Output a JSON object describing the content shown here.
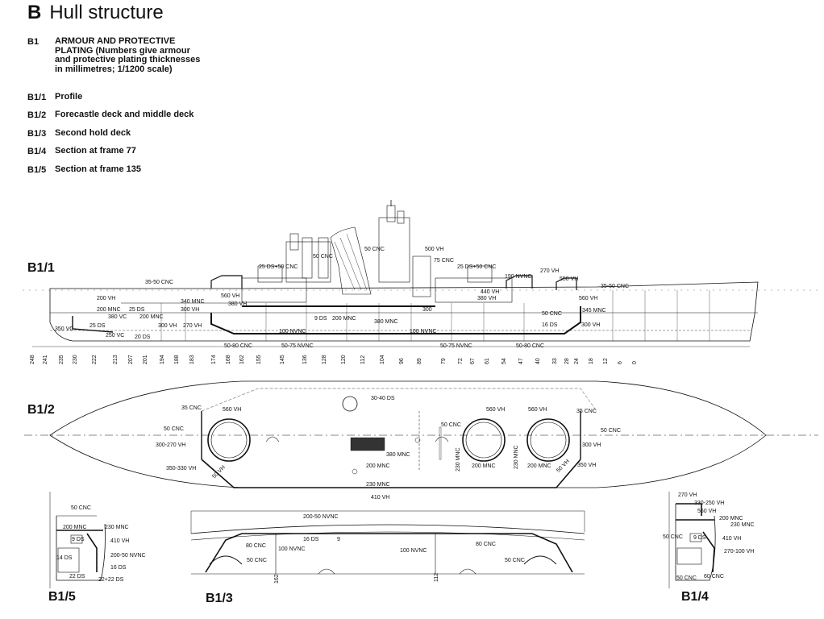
{
  "header": {
    "letter": "B",
    "title": "Hull structure"
  },
  "legend": [
    {
      "code": "B1",
      "text": "ARMOUR AND PROTECTIVE PLATING (Numbers give armour and protective plating thicknesses in millimetres; 1/1200 scale)"
    },
    {
      "code": "B1/1",
      "text": "Profile"
    },
    {
      "code": "B1/2",
      "text": "Forecastle deck and middle deck"
    },
    {
      "code": "B1/3",
      "text": "Second hold deck"
    },
    {
      "code": "B1/4",
      "text": "Section at frame 77"
    },
    {
      "code": "B1/5",
      "text": "Section at frame 135"
    }
  ],
  "figures": {
    "b11": "B1/1",
    "b12": "B1/2",
    "b13": "B1/3",
    "b14": "B1/4",
    "b15": "B1/5"
  },
  "frames": [
    "248",
    "241",
    "235",
    "230",
    "222",
    "213",
    "207",
    "201",
    "194",
    "188",
    "183",
    "174",
    "168",
    "162",
    "155",
    "145",
    "136",
    "128",
    "120",
    "112",
    "104",
    "96",
    "89",
    "79",
    "72",
    "67",
    "61",
    "54",
    "47",
    "40",
    "33",
    "28",
    "24",
    "18",
    "12",
    "6",
    "0"
  ],
  "profile_labels": [
    "35-50 CNC",
    "200 VH",
    "200 MNC",
    "25 DS",
    "200 MNC",
    "380 VC",
    "25 DS",
    "350 VC",
    "250 VC",
    "20 DS",
    "340 MNC",
    "300 VH",
    "270 VH",
    "300 VH",
    "25 DS+50 CNC",
    "560 VH",
    "380 VH",
    "50 CNC",
    "50 CNC",
    "500 VH",
    "75 CNC",
    "25 DS+50 CNC",
    "190 NVNC",
    "270 VH",
    "550 VH",
    "440 VH",
    "380 VH",
    "50 CNC",
    "560 VH",
    "345 MNC",
    "16 DS",
    "300 VH",
    "35-50 CNC",
    "9 DS",
    "200 MNC",
    "380 MNC",
    "300",
    "100 NVNC",
    "100 NVNC",
    "50-80 CNC",
    "50-75 NVNC",
    "50-75 NVNC",
    "50-80 CNC"
  ],
  "deck_labels": [
    "30-40 DS",
    "35 CNC",
    "560 VH",
    "50 CNC",
    "560 VH",
    "560 VH",
    "35 CNC",
    "50 CNC",
    "50 CNC",
    "300-270 VH",
    "300 VH",
    "380 MNC",
    "200 MNC",
    "350-330 VH",
    "50 VH",
    "230 MNC",
    "200 MNC",
    "230 MNC",
    "200 MNC",
    "350 VH",
    "50 VH",
    "230 MNC",
    "410 VH"
  ],
  "hold_labels": [
    "200-50 NVNC",
    "16 DS",
    "9",
    "80 CNC",
    "100 NVNC",
    "50 CNC",
    "100 NVNC",
    "80 CNC",
    "50 CNC",
    "162",
    "112"
  ],
  "b15_labels": [
    "50 CNC",
    "200 MNC",
    "230 MNC",
    "9 DS",
    "410 VH",
    "14 DS",
    "200-50 NVNC",
    "16 DS",
    "22 DS",
    "22+22 DS"
  ],
  "b14_labels": [
    "270 VH",
    "330-250 VH",
    "560 VH",
    "200 MNC",
    "230 MNC",
    "50 CNC",
    "9 DS",
    "410 VH",
    "270-100 VH",
    "50 CNC",
    "60 CNC"
  ]
}
